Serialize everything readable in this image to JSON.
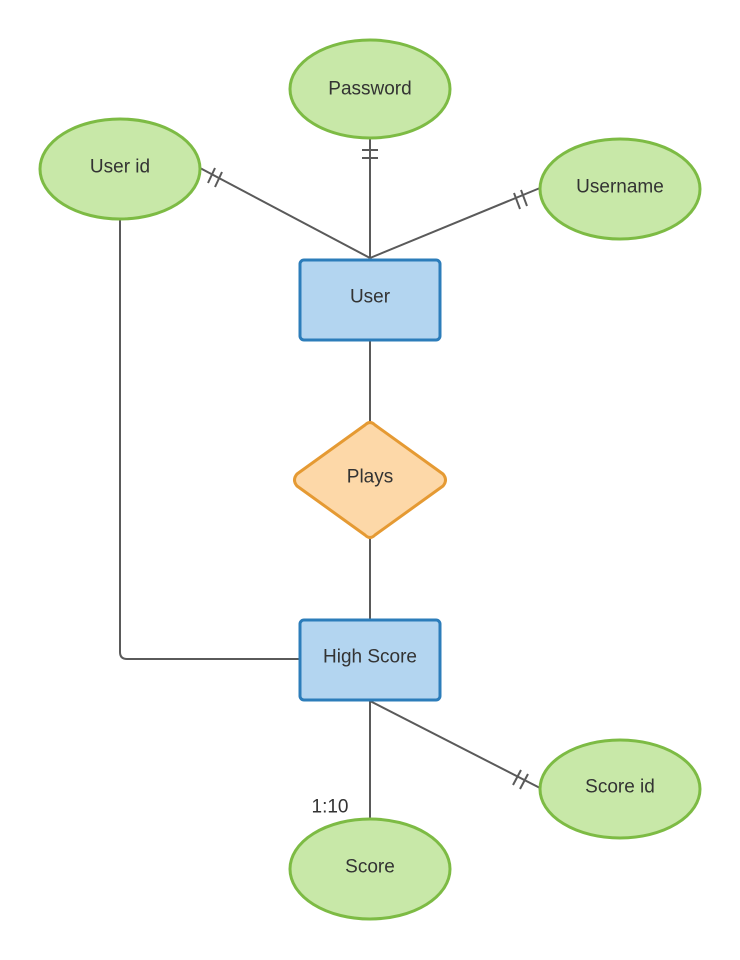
{
  "diagram": {
    "entities": {
      "user": "User",
      "high_score": "High Score"
    },
    "relationship": {
      "plays": "Plays"
    },
    "attributes": {
      "password": "Password",
      "user_id": "User id",
      "username": "Username",
      "score": "Score",
      "score_id": "Score id"
    },
    "cardinality": {
      "score": "1:10"
    }
  },
  "colors": {
    "attribute_fill": "#c8e8a8",
    "attribute_stroke": "#7dbb44",
    "entity_fill": "#b3d5f0",
    "entity_stroke": "#2c7dba",
    "relationship_fill": "#fdd8a8",
    "relationship_stroke": "#e59a33",
    "line": "#5a5a5a",
    "text": "#333333"
  }
}
